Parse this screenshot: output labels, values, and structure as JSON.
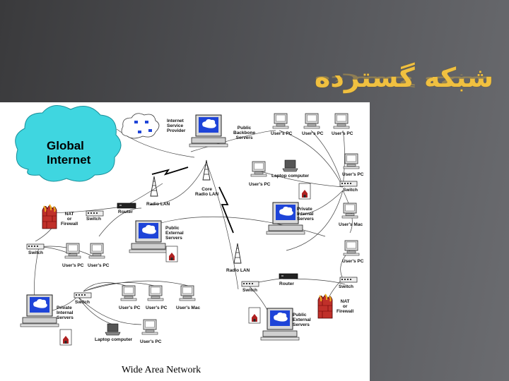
{
  "slide": {
    "title": "شبکه گسترده"
  },
  "diagram": {
    "caption": "Wide Area Network",
    "cloud_label": "Global\nInternet",
    "labels": {
      "isp": "Internet\nService\nProvider",
      "backbone": "Public\nBackbone\nServers",
      "core_radio": "Core\nRadio LAN",
      "radio_lan_top": "Radio LAN",
      "router_top": "Router",
      "switch_top_left": "Switch",
      "nat_top": "NAT\nor\nFirewall",
      "public_ext_left": "Public\nExternal\nServers",
      "switch_left": "Switch",
      "users_pc_left_1": "User's PC",
      "users_pc_left_2": "User's PC",
      "private_int_left": "Private\nInternal\nServers",
      "switch_bottom_left": "Switch",
      "users_pc_bottom_1": "User's PC",
      "users_pc_bottom_2": "User's PC",
      "users_mac_bottom": "User's Mac",
      "laptop_bottom": "Laptop computer",
      "users_pc_bottom_3": "User's PC",
      "radio_lan_bottom": "Radio LAN",
      "router_bottom": "Router",
      "switch_bottom_right": "Switch",
      "public_ext_right": "Public\nExternal\nServers",
      "nat_bottom": "NAT\nor\nFirewall",
      "users_pc_top_1": "User's PC",
      "users_pc_top_2": "User's PC",
      "users_pc_top_3": "User's PC",
      "laptop_top": "Laptop computer",
      "users_pc_mid": "User's PC",
      "users_pc_right_1": "User's PC",
      "switch_right_top": "Switch",
      "private_int_right": "Private\nInternal\nServers",
      "users_mac_right": "User's Mac",
      "users_pc_right_2": "User's PC",
      "switch_right_bottom": "Switch"
    }
  }
}
